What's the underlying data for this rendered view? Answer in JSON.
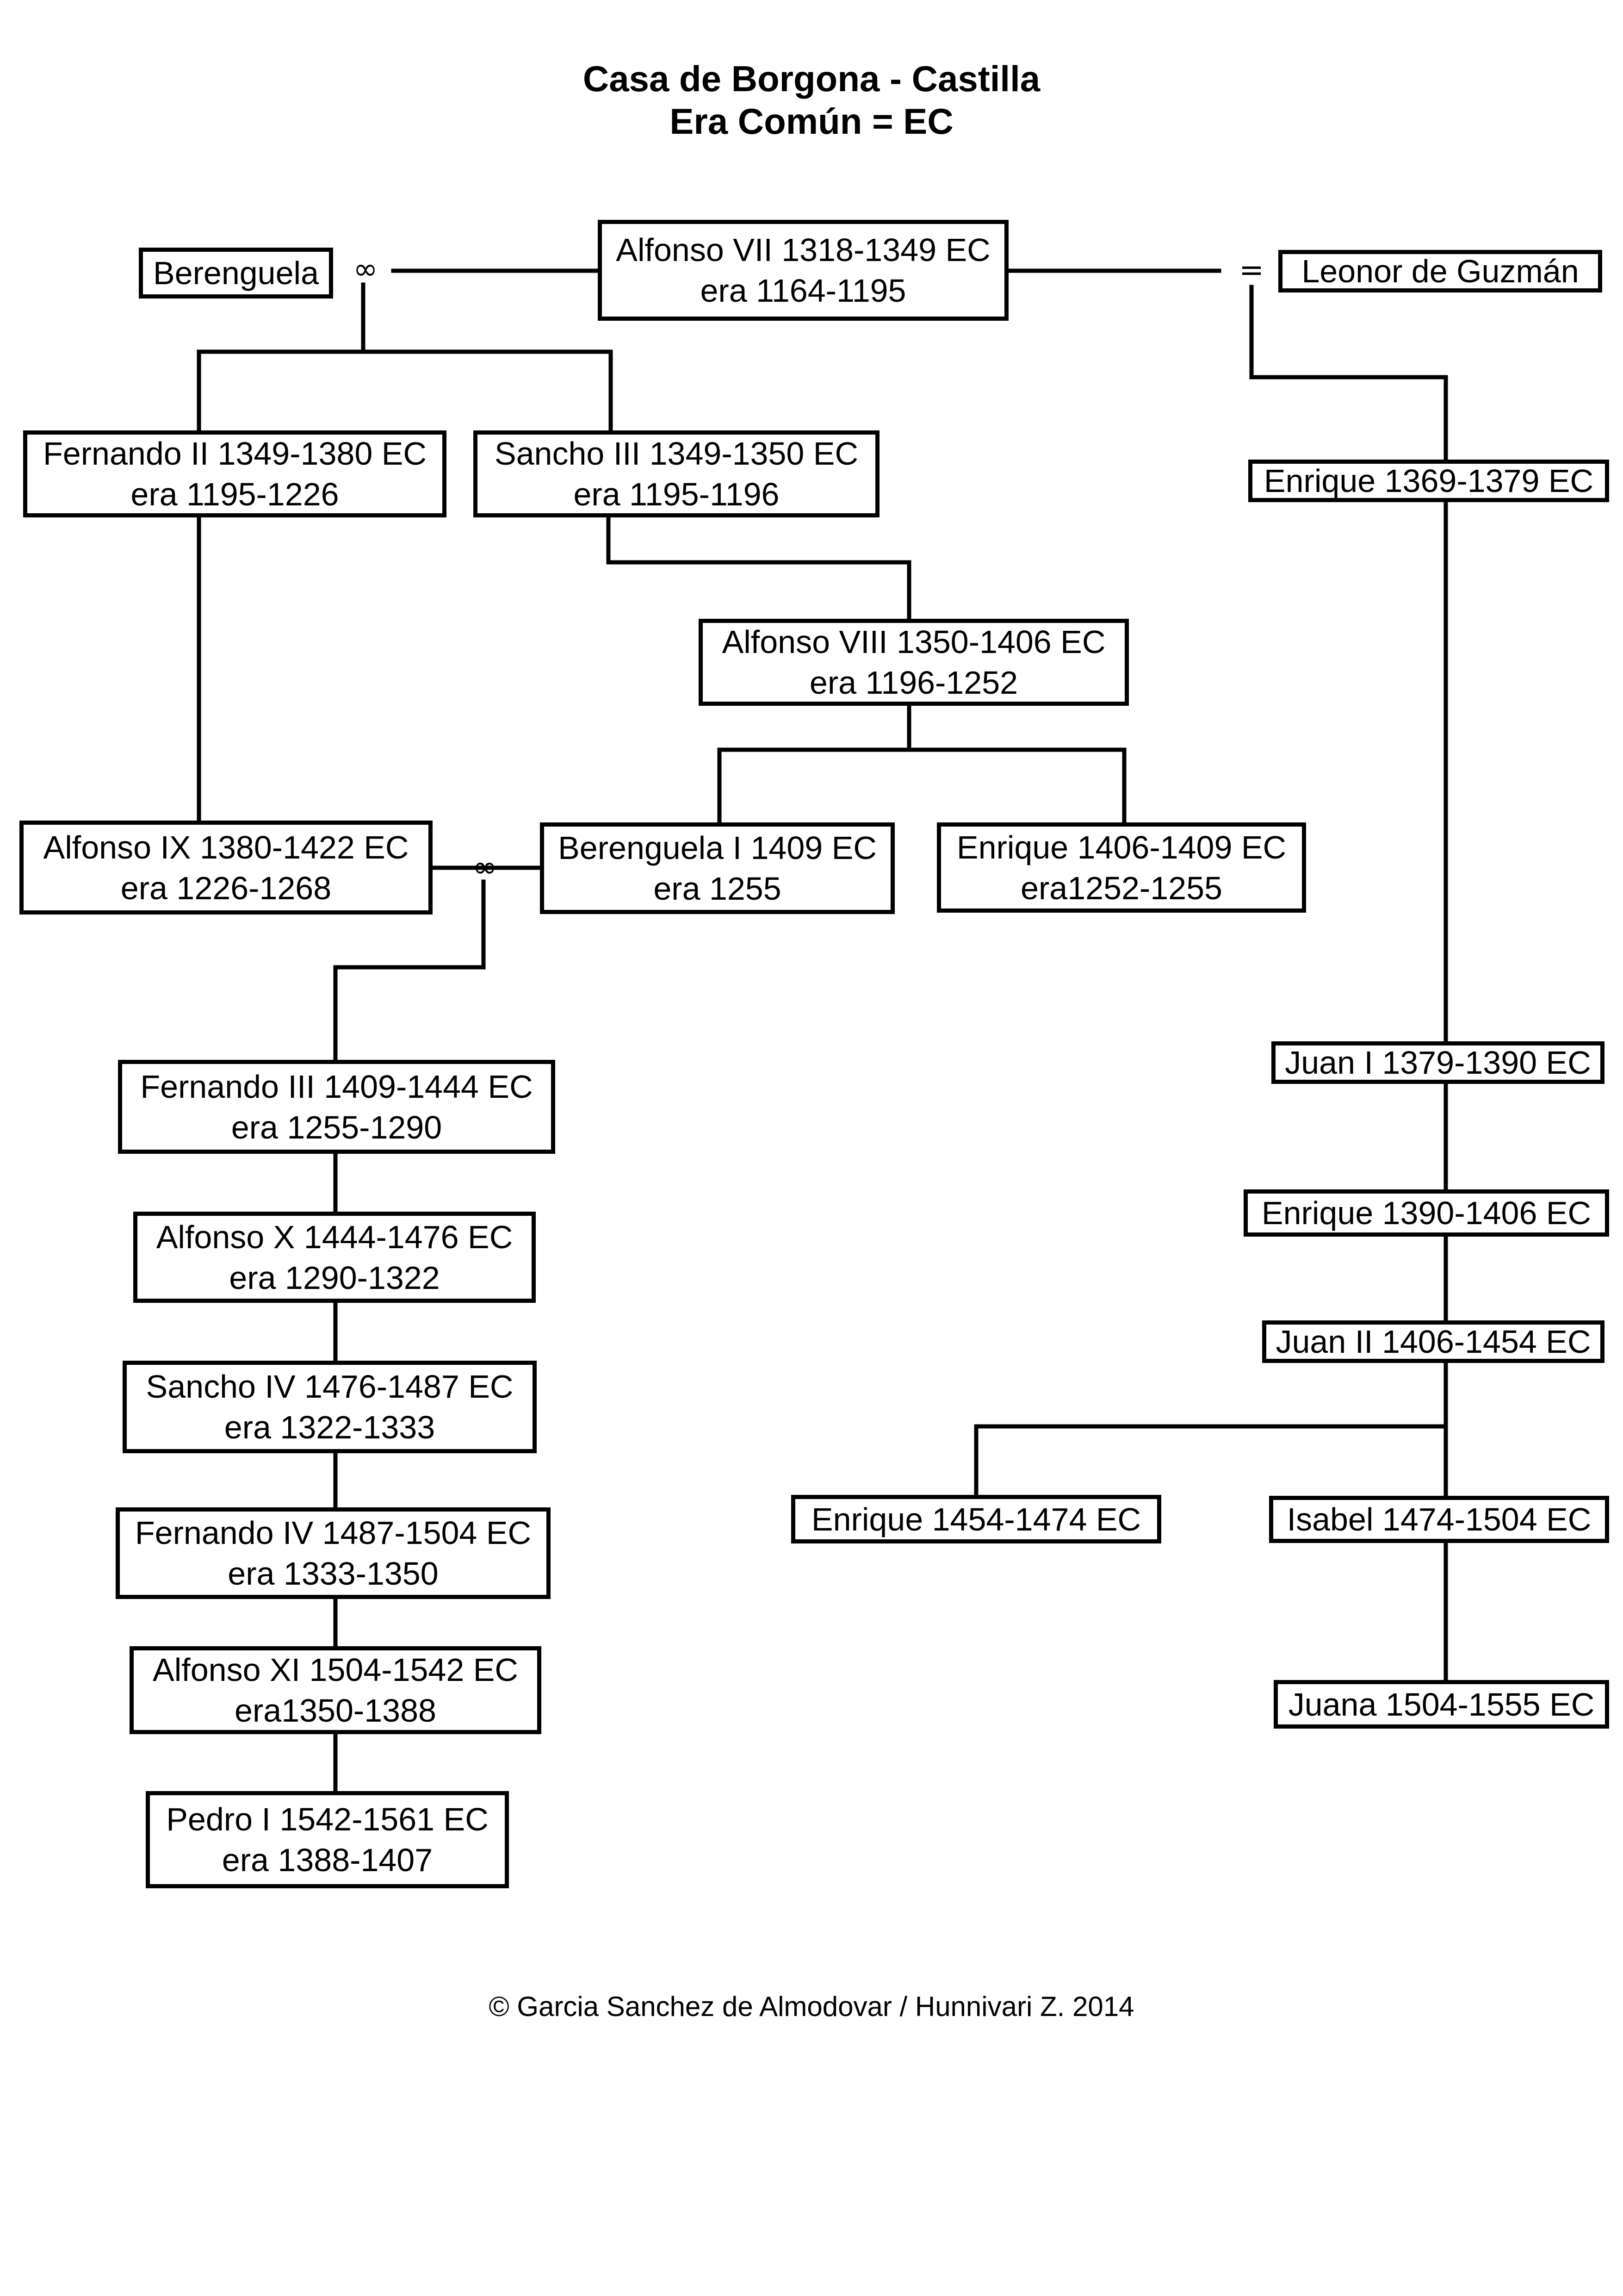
{
  "title": {
    "line1": "Casa de Borgona - Castilla",
    "line2": "Era Común = EC"
  },
  "symbols": {
    "union": "∞",
    "equals": "="
  },
  "persons": {
    "berenguela_wife": {
      "line1": "Berenguela"
    },
    "alfonso_vii": {
      "line1": "Alfonso VII 1318-1349 EC",
      "line2": "era 1164-1195"
    },
    "leonor": {
      "line1": "Leonor de Guzmán"
    },
    "fernando_ii": {
      "line1": "Fernando II 1349-1380 EC",
      "line2": "era 1195-1226"
    },
    "sancho_iii": {
      "line1": "Sancho III 1349-1350 EC",
      "line2": "era 1195-1196"
    },
    "enrique_1369": {
      "line1": "Enrique 1369-1379 EC"
    },
    "alfonso_viii": {
      "line1": "Alfonso VIII 1350-1406 EC",
      "line2": "era 1196-1252"
    },
    "alfonso_ix": {
      "line1": "Alfonso IX 1380-1422 EC",
      "line2": "era 1226-1268"
    },
    "berenguela_i": {
      "line1": "Berenguela I 1409 EC",
      "line2": "era 1255"
    },
    "enrique_1406": {
      "line1": "Enrique 1406-1409 EC",
      "line2": "era1252-1255"
    },
    "fernando_iii": {
      "line1": "Fernando III 1409-1444 EC",
      "line2": "era 1255-1290"
    },
    "juan_i": {
      "line1": "Juan I 1379-1390 EC"
    },
    "alfonso_x": {
      "line1": "Alfonso X 1444-1476 EC",
      "line2": "era 1290-1322"
    },
    "enrique_1390": {
      "line1": "Enrique 1390-1406 EC"
    },
    "juan_ii": {
      "line1": "Juan II 1406-1454 EC"
    },
    "sancho_iv": {
      "line1": "Sancho IV 1476-1487 EC",
      "line2": "era 1322-1333"
    },
    "enrique_1454": {
      "line1": "Enrique 1454-1474 EC"
    },
    "isabel": {
      "line1": "Isabel 1474-1504 EC"
    },
    "fernando_iv": {
      "line1": "Fernando IV 1487-1504 EC",
      "line2": "era 1333-1350"
    },
    "alfonso_xi": {
      "line1": "Alfonso XI 1504-1542 EC",
      "line2": "era1350-1388"
    },
    "juana": {
      "line1": "Juana 1504-1555 EC"
    },
    "pedro_i": {
      "line1": "Pedro I 1542-1561 EC",
      "line2": "era 1388-1407"
    }
  },
  "copyright": "© Garcia Sanchez de Almodovar / Hunnivari Z. 2014",
  "colors": {
    "line": "#000000",
    "background": "#ffffff"
  }
}
